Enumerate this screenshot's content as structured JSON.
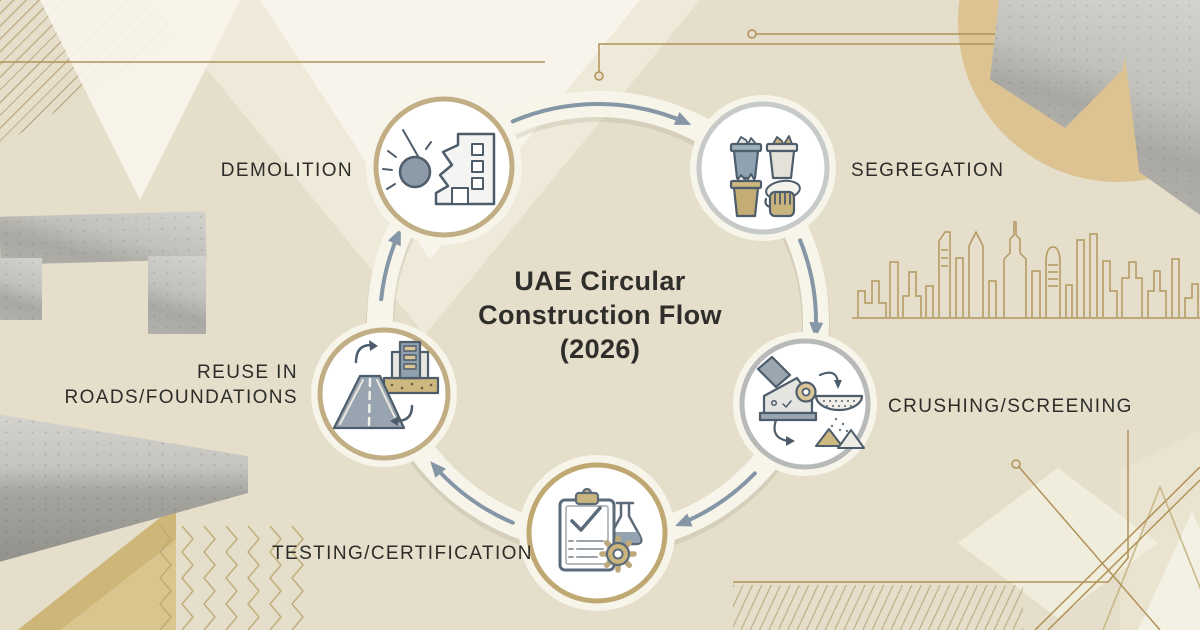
{
  "title": {
    "text": "UAE Circular Construction Flow (2026)",
    "display": "UAE Circular\nConstruction Flow\n(2026)"
  },
  "stages": [
    {
      "label": "DEMOLITION",
      "icon": "wrecking-ball-building-icon"
    },
    {
      "label": "SEGREGATION",
      "icon": "waste-sorting-bins-glove-icon"
    },
    {
      "label": "CRUSHING/SCREENING",
      "icon": "crusher-sieve-aggregate-icon"
    },
    {
      "label": "TESTING/CERTIFICATION",
      "icon": "clipboard-checklist-flask-gear-icon"
    },
    {
      "label": "REUSE IN\nROADS/FOUNDATIONS",
      "icon": "road-building-recycle-icon"
    }
  ],
  "colors": {
    "background": "#e4decb",
    "ring_band": "#f7f4ea",
    "arrow": "#8596a6",
    "node_border_gold": "#c2ae85",
    "node_border_gray": "#c6cac9",
    "gold_line": "#b09257",
    "tan_fill": "#dcc391",
    "text": "#2d2c29"
  },
  "decor": {
    "skyline": "dubai-skyline-outline",
    "motifs": [
      "concrete-photo-blocks",
      "gold-circuit-lines",
      "chevron-pattern",
      "diagonal-hatch-pattern",
      "diamond-shapes",
      "tan-circle"
    ]
  }
}
